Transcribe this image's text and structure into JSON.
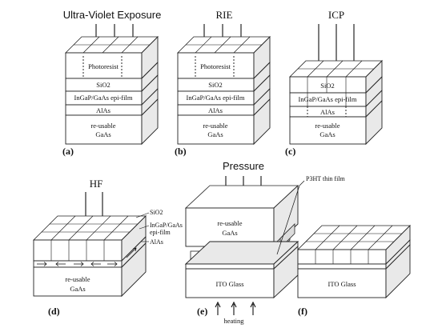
{
  "panels": {
    "a": {
      "letter": "(a)",
      "title": "Ultra-Violet Exposure",
      "layers": [
        "Photoresist",
        "SiO2",
        "InGaP/GaAs epi-film",
        "AlAs",
        "re-usable",
        "GaAs"
      ]
    },
    "b": {
      "letter": "(b)",
      "title": "RIE",
      "layers": [
        "Photoresist",
        "SiO2",
        "InGaP/GaAs epi-film",
        "AlAs",
        "re-usable",
        "GaAs"
      ]
    },
    "c": {
      "letter": "(c)",
      "title": "ICP",
      "layers": [
        "SiO2",
        "InGaP/GaAs epi-film",
        "AlAs",
        "re-usable",
        "GaAs"
      ]
    },
    "d": {
      "letter": "(d)",
      "title": "HF",
      "callouts": [
        "SiO2",
        "InGaP/GaAs",
        "epi-film",
        "AlAs"
      ],
      "layers": [
        "re-usable",
        "GaAs"
      ]
    },
    "e": {
      "letter": "(e)",
      "title": "Pressure",
      "callout": "P3HT thin film",
      "layers": [
        "re-usable",
        "GaAs",
        "ITO Glass"
      ],
      "bottom": "heating"
    },
    "f": {
      "letter": "(f)",
      "layers": [
        "ITO Glass"
      ]
    }
  }
}
